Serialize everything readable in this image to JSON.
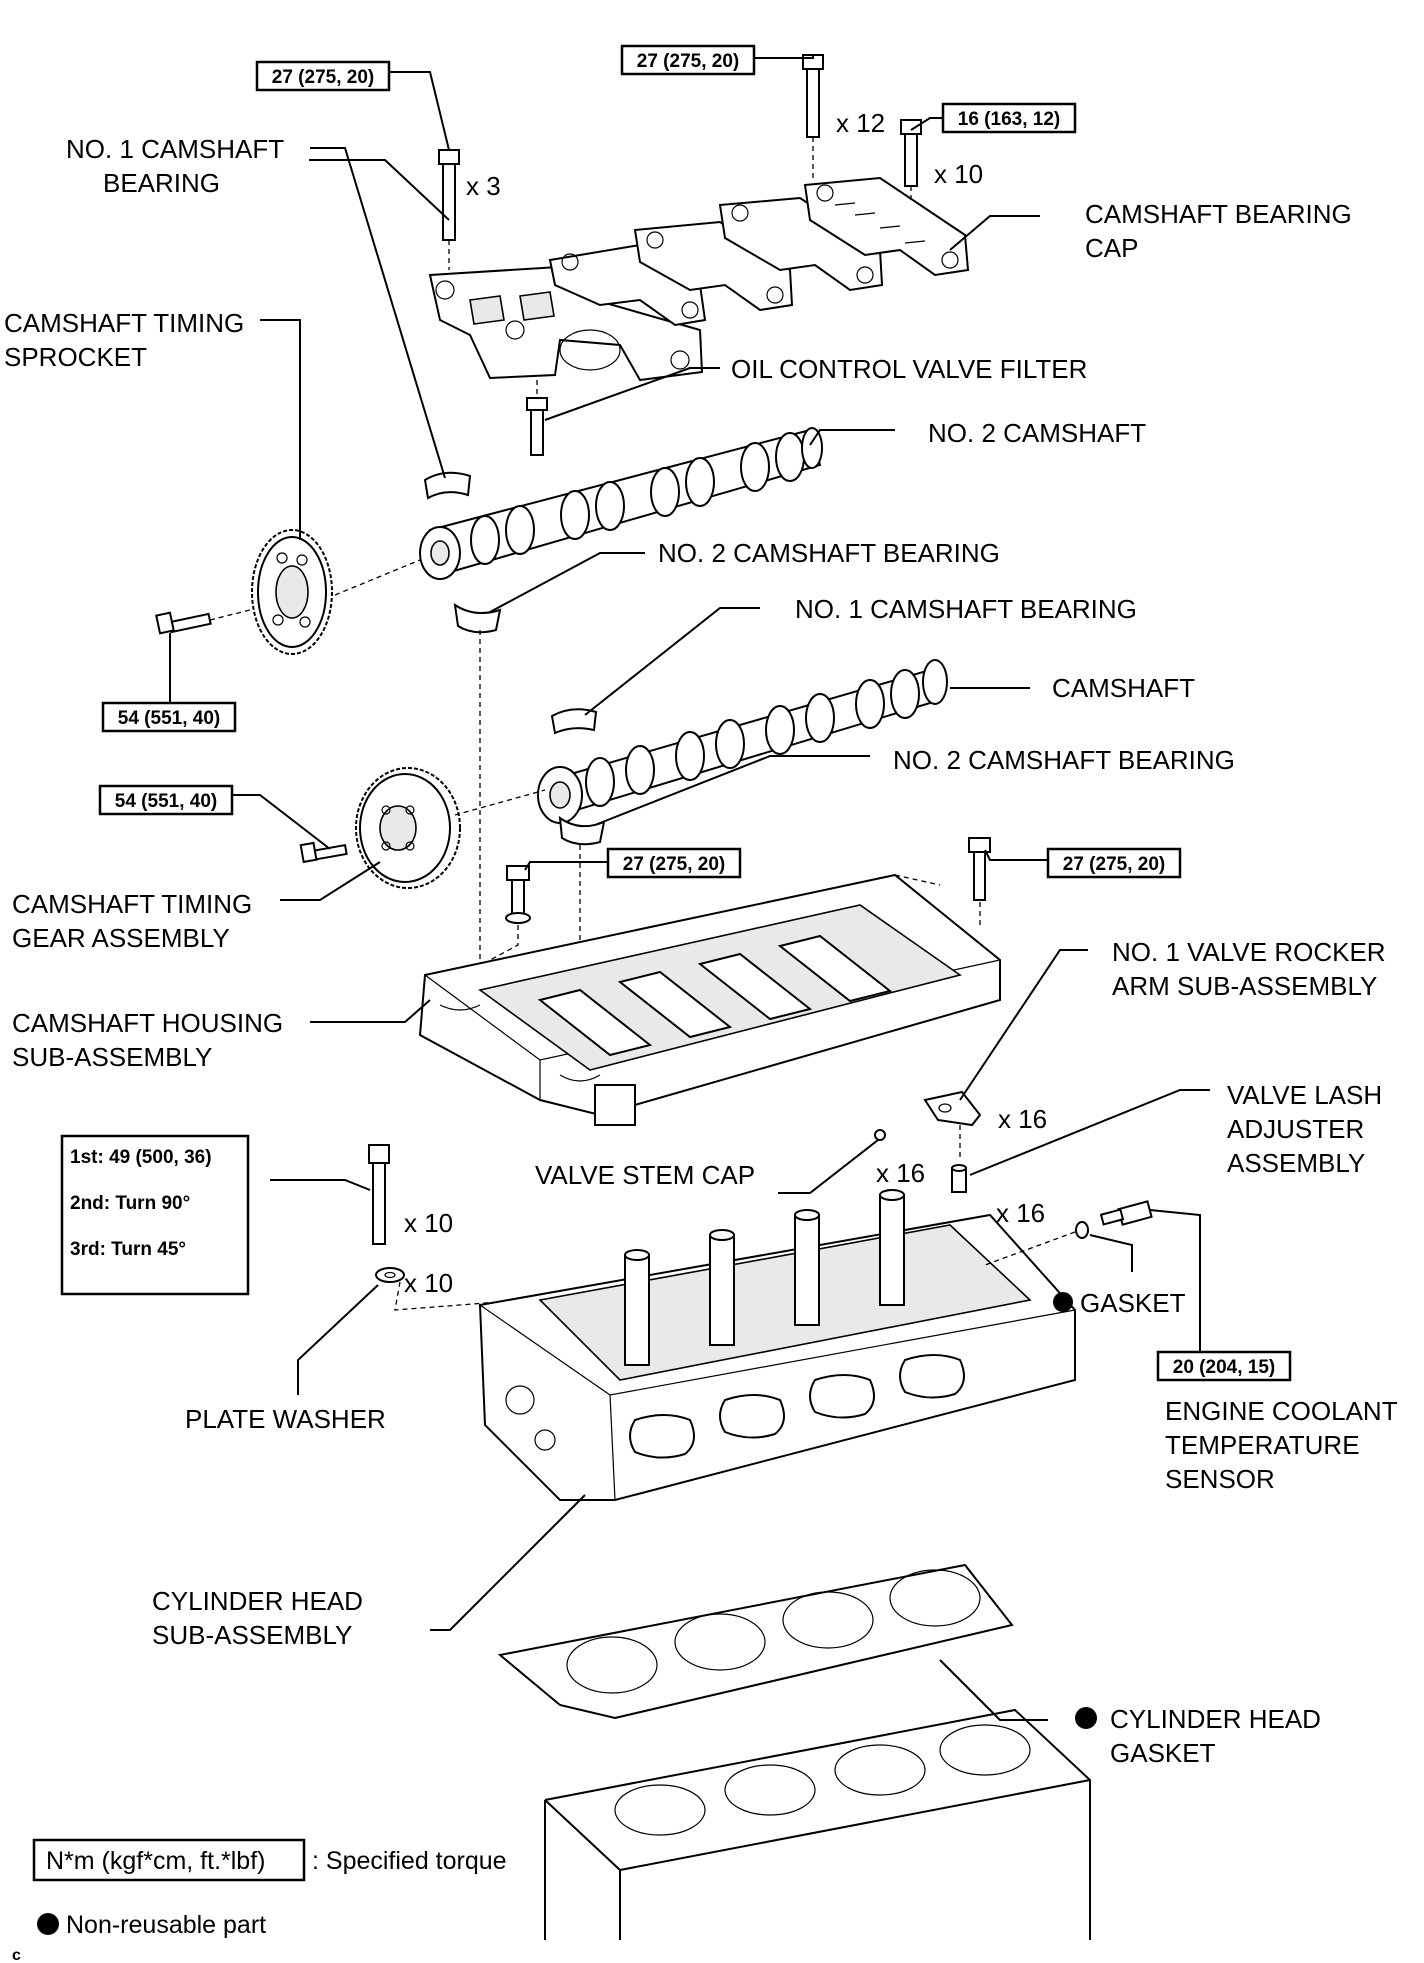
{
  "labels": {
    "no1_camshaft_bearing_top": [
      "NO. 1 CAMSHAFT",
      "BEARING"
    ],
    "camshaft_timing_sprocket": [
      "CAMSHAFT TIMING",
      "SPROCKET"
    ],
    "camshaft_bearing_cap": [
      "CAMSHAFT BEARING",
      "CAP"
    ],
    "oil_control_valve_filter": [
      "OIL CONTROL VALVE FILTER"
    ],
    "no2_camshaft": [
      "NO. 2 CAMSHAFT"
    ],
    "no2_camshaft_bearing_upper": [
      "NO. 2 CAMSHAFT BEARING"
    ],
    "no1_camshaft_bearing_mid": [
      "NO. 1 CAMSHAFT BEARING"
    ],
    "camshaft": [
      "CAMSHAFT"
    ],
    "no2_camshaft_bearing_lower": [
      "NO. 2 CAMSHAFT BEARING"
    ],
    "camshaft_timing_gear_assembly": [
      "CAMSHAFT TIMING",
      "GEAR ASSEMBLY"
    ],
    "camshaft_housing_sub_assembly": [
      "CAMSHAFT HOUSING",
      "SUB-ASSEMBLY"
    ],
    "no1_valve_rocker_arm": [
      "NO. 1 VALVE ROCKER",
      "ARM SUB-ASSEMBLY"
    ],
    "valve_lash_adjuster": [
      "VALVE LASH",
      "ADJUSTER",
      "ASSEMBLY"
    ],
    "valve_stem_cap": [
      "VALVE STEM CAP"
    ],
    "gasket": [
      "GASKET"
    ],
    "plate_washer": [
      "PLATE WASHER"
    ],
    "engine_coolant_temperature_sensor": [
      "ENGINE COOLANT",
      "TEMPERATURE",
      "SENSOR"
    ],
    "cylinder_head_sub_assembly": [
      "CYLINDER HEAD",
      "SUB-ASSEMBLY"
    ],
    "cylinder_head_gasket": [
      "CYLINDER HEAD",
      "GASKET"
    ]
  },
  "torque": {
    "t_cap_left": "27 (275, 20)",
    "t_cap_mid": "27 (275, 20)",
    "t_cap_right": "16 (163, 12)",
    "t_sprocket": "54 (551, 40)",
    "t_gear": "54 (551, 40)",
    "t_housing_left": "27 (275, 20)",
    "t_housing_right": "27 (275, 20)",
    "t_sensor": "20 (204, 15)",
    "head_bolt_steps": [
      "1st: 49 (500, 36)",
      "2nd: Turn 90°",
      "3rd: Turn 45°"
    ]
  },
  "quantities": {
    "q_cap_left": "x 3",
    "q_cap_mid": "x 12",
    "q_cap_right": "x 10",
    "q_rocker": "x 16",
    "q_stem_cap": "x 16",
    "q_lash": "x 16",
    "q_head_bolt": "x 10",
    "q_washer": "x 10"
  },
  "legend": {
    "torque_sample": "N*m (kgf*cm, ft.*lbf)",
    "torque_desc": ": Specified torque",
    "nonreusable": "Non-reusable part"
  },
  "corner_code": "c"
}
